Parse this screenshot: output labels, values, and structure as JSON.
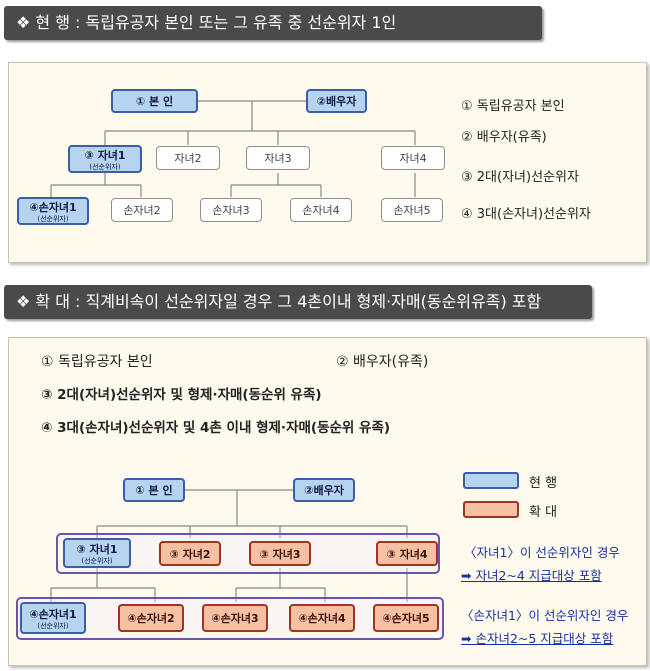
{
  "header1": "❖ 현 행 : 독립유공자 본인 또는 그 유족 중 선순위자 1인",
  "header2": "❖ 확 대 : 직계비속이 선순위자일 경우 그 4촌이내 형제·자매(동순위유족) 포함",
  "top": {
    "nodes": {
      "self": "① 본 인",
      "spouse": "②배우자",
      "child1": "③ 자녀1",
      "child1_sub": "(선순위자)",
      "child2": "자녀2",
      "child3": "자녀3",
      "child4": "자녀4",
      "gc1": "④손자녀1",
      "gc1_sub": "(선순위자)",
      "gc2": "손자녀2",
      "gc3": "손자녀3",
      "gc4": "손자녀4",
      "gc5": "손자녀5"
    },
    "legend": [
      "① 독립유공자 본인",
      "② 배우자(유족)",
      "③ 2대(자녀)선순위자",
      "④ 3대(손자녀)선순위자"
    ]
  },
  "bottom": {
    "items": {
      "i1": "① 독립유공자 본인",
      "i2": "② 배우자(유족)",
      "i3": "③ 2대(자녀)선순위자 및 형제·자매(동순위 유족)",
      "i4": "④ 3대(손자녀)선순위자 및 4촌 이내 형제·자매(동순위 유족)"
    },
    "nodes": {
      "self": "① 본 인",
      "spouse": "②배우자",
      "child1": "③ 자녀1",
      "child1_sub": "(선순위자)",
      "child2": "③ 자녀2",
      "child3": "③ 자녀3",
      "child4": "③ 자녀4",
      "gc1": "④손자녀1",
      "gc1_sub": "(선순위자)",
      "gc2": "④손자녀2",
      "gc3": "④손자녀3",
      "gc4": "④손자녀4",
      "gc5": "④손자녀5"
    },
    "legend": {
      "current": "현 행",
      "expand": "확 대"
    },
    "notes": {
      "n1a": "〈자녀1〉이 선순위자인 경우",
      "n1b": "➡ 자녀2~4 지급대상 포함",
      "n2a": "〈손자녀1〉이 선순위자인 경우",
      "n2b": "➡ 손자녀2~5 지급대상 포함"
    }
  },
  "colors": {
    "current": "#b7d4ef",
    "expand": "#f6c0a3",
    "header": "#4a4a4a"
  }
}
